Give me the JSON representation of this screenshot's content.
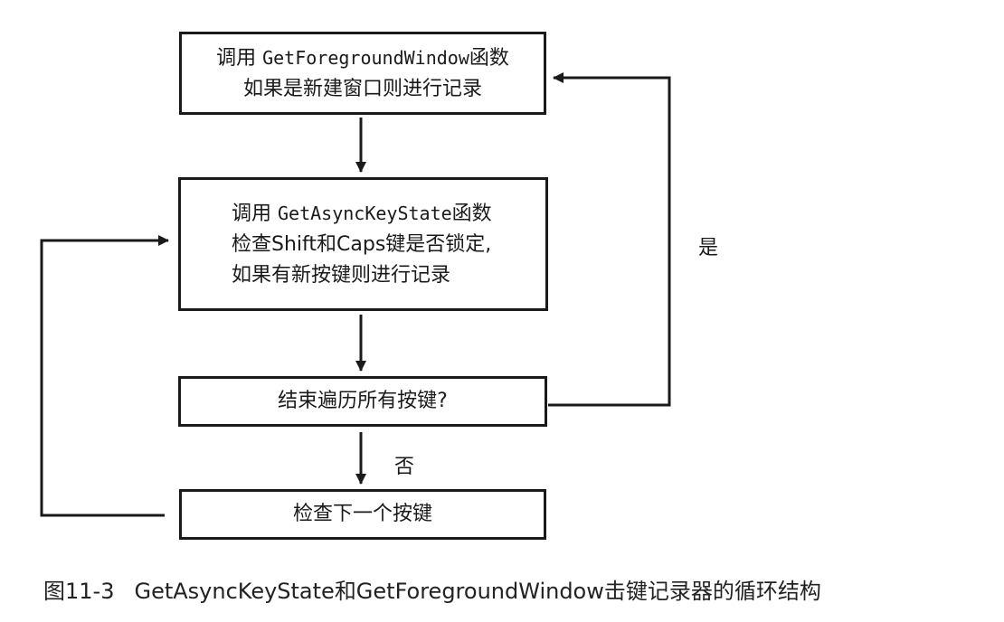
{
  "boxes": {
    "get_foreground": {
      "line1_prefix": "调用 ",
      "line1_func": "GetForegroundWindow",
      "line1_suffix": "函数",
      "line2": "如果是新建窗口则进行记录"
    },
    "get_async": {
      "line1_prefix": "调用 ",
      "line1_func": "GetAsyncKeyState",
      "line1_suffix": "函数",
      "line2": "检查Shift和Caps键是否锁定,",
      "line3": "如果有新按键则进行记录"
    },
    "decision": {
      "text": "结束遍历所有按键?"
    },
    "next_key": {
      "text": "检查下一个按键"
    }
  },
  "labels": {
    "yes": "是",
    "no": "否"
  },
  "caption": {
    "number": "图11-3",
    "text": "GetAsyncKeyState和GetForegroundWindow击键记录器的循环结构"
  }
}
